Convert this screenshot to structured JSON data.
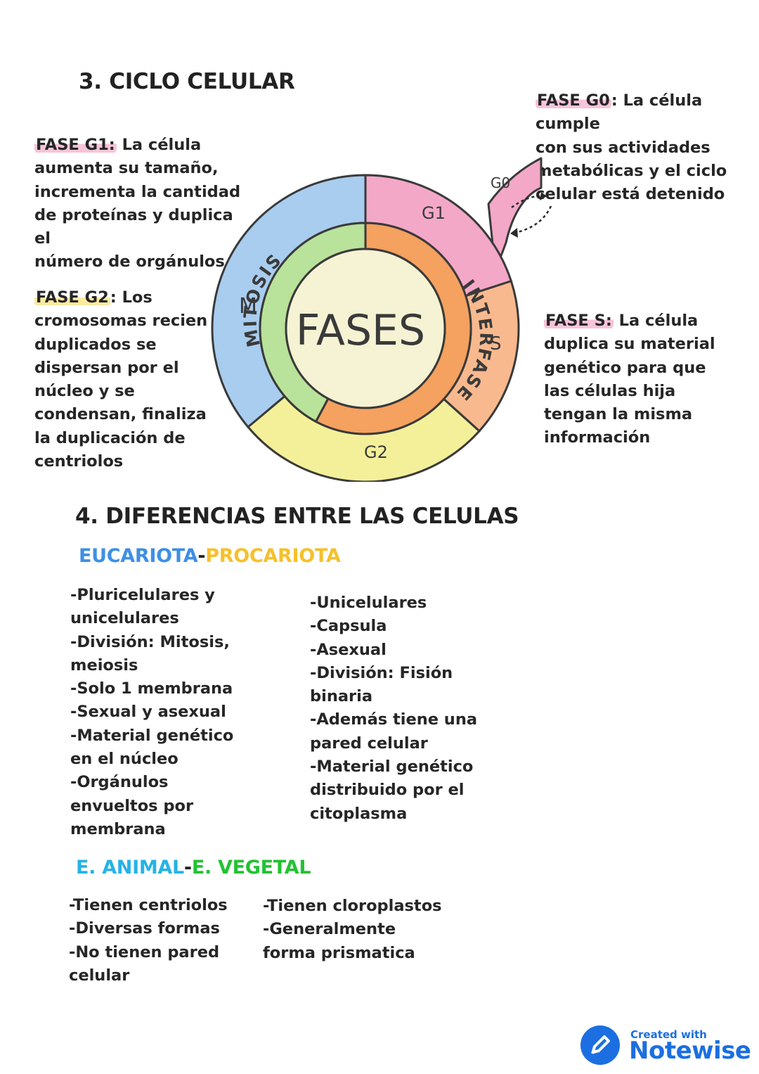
{
  "section3": {
    "title": "3. CICLO CELULAR",
    "g1": {
      "label": "FASE G1:",
      "lines": [
        "La célula",
        "aumenta su tamaño,",
        "incrementa la cantidad",
        "de proteínas y duplica el",
        "número de orgánulos"
      ]
    },
    "g2": {
      "label": "FASE G2",
      "colon": ": Los",
      "lines": [
        "cromosomas recien",
        "duplicados se",
        "dispersan por el",
        "núcleo y se",
        "condensan, finaliza",
        "la duplicación de",
        "centriolos"
      ]
    },
    "g0": {
      "label": "FASE G0",
      "colon": ": La célula cumple",
      "lines": [
        "con sus actividades",
        "metabólicas y el ciclo",
        "celular está detenido"
      ]
    },
    "s": {
      "label": "FASE S:",
      "lines": [
        "La célula",
        "duplica su material",
        "genético para que",
        "las células hija",
        "tengan la misma",
        "información"
      ]
    },
    "diagram": {
      "center": "FASES",
      "mitosis": "MITOSIS",
      "interfase": "INTERFASE",
      "m": "M",
      "g1": "G1",
      "g0": "G0",
      "s": "S",
      "g2": "G2",
      "colors": {
        "m": "#a8cdef",
        "g1": "#f4a8c8",
        "s": "#f8b98e",
        "g2": "#f4f09a",
        "mitosis": "#b9e29a",
        "interfase": "#f5a15f",
        "center": "#f6f3d4"
      }
    }
  },
  "section4": {
    "title": "4. DIFERENCIAS ENTRE LAS CELULAS",
    "sub1": {
      "left": "EUCARIOTA",
      "dash": "-",
      "right": "PROCARIOTA",
      "left_color": "#3e8fe6",
      "right_color": "#f6c02c"
    },
    "eucariota": [
      "-Pluricelulares y",
      "unicelulares",
      "-División: Mitosis,",
      "meiosis",
      "-Solo 1 membrana",
      "-Sexual y asexual",
      "-Material genético",
      "en el núcleo",
      "-Orgánulos",
      "envueltos por",
      "membrana"
    ],
    "procariota": [
      "-Unicelulares",
      "-Capsula",
      "-Asexual",
      "-División: Fisión",
      "binaria",
      "-Además tiene una",
      "pared celular",
      "-Material genético",
      "distribuido por el",
      "citoplasma"
    ],
    "sub2": {
      "left": "E. ANIMAL",
      "dash": "-",
      "right": "E. VEGETAL",
      "left_color": "#25b3e6",
      "right_color": "#22c232"
    },
    "animal": [
      "-Tienen centriolos",
      "-Diversas formas",
      "-No tienen pared",
      "celular"
    ],
    "vegetal": [
      "-Tienen cloroplastos",
      "-Generalmente",
      "forma prismatica"
    ]
  },
  "footer": {
    "created": "Created with",
    "brand": "Notewise",
    "icon": "pencil-icon"
  }
}
